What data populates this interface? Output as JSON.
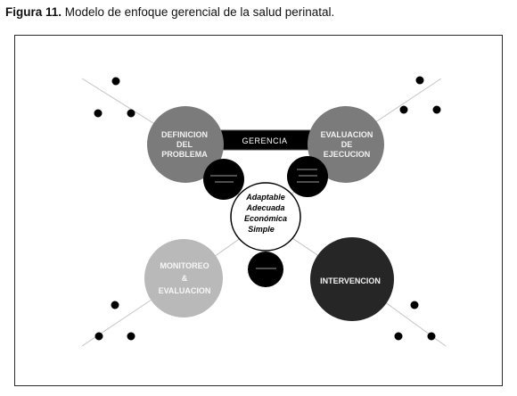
{
  "caption": {
    "label": "Figura 11.",
    "text": " Modelo de enfoque gerencial de la salud perinatal."
  },
  "diagram": {
    "definicion": [
      "DEFINICION",
      "DEL",
      "PROBLEMA"
    ],
    "evaluacion_ejecucion": [
      "EVALUACION",
      "DE",
      "EJECUCION"
    ],
    "monitoreo": [
      "MONITOREO",
      "&",
      "EVALUACION"
    ],
    "intervencion": "INTERVENCION",
    "gerencia": "GERENCIA",
    "center": [
      "Adaptable",
      "Adecuada",
      "Económica",
      "Simple"
    ]
  },
  "colors": {
    "gray_circle": "#7b7b7b",
    "light_gray_circle": "#b9b9b9",
    "dark_circle": "#262626",
    "black": "#000000"
  }
}
